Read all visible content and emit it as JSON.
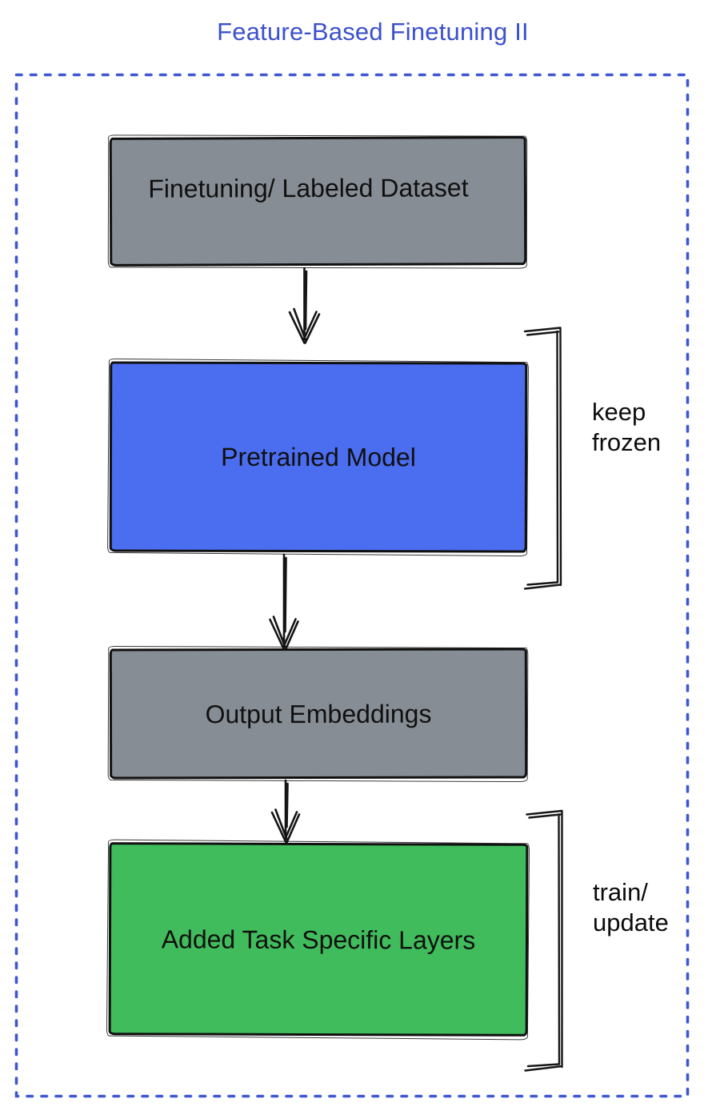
{
  "title": {
    "text": "Feature-Based Finetuning II",
    "color": "#3C50CB"
  },
  "frame": {
    "border_color": "#3E57D0",
    "border_style": "dotted"
  },
  "diagram": {
    "type": "flowchart",
    "nodes": [
      {
        "id": "finetuning-dataset",
        "label": "Finetuning/ Labeled Dataset",
        "fill": "#878D95",
        "text_color": "#101010"
      },
      {
        "id": "pretrained-model",
        "label": "Pretrained Model",
        "fill": "#4B6DEF",
        "text_color": "#101010"
      },
      {
        "id": "output-embeddings",
        "label": "Output Embeddings",
        "fill": "#878D95",
        "text_color": "#101010"
      },
      {
        "id": "added-task-layers",
        "label": "Added Task Specific Layers",
        "fill": "#41BC5C",
        "text_color": "#101010"
      }
    ],
    "edges": [
      {
        "from": "finetuning-dataset",
        "to": "pretrained-model",
        "style": "hand-drawn-arrow-down"
      },
      {
        "from": "pretrained-model",
        "to": "output-embeddings",
        "style": "hand-drawn-arrow-down"
      },
      {
        "from": "output-embeddings",
        "to": "added-task-layers",
        "style": "hand-drawn-arrow-down"
      }
    ],
    "annotations": [
      {
        "target": "pretrained-model",
        "lines": [
          "keep",
          "frozen"
        ]
      },
      {
        "target": "added-task-layers",
        "lines": [
          "train/",
          "update"
        ]
      }
    ]
  }
}
